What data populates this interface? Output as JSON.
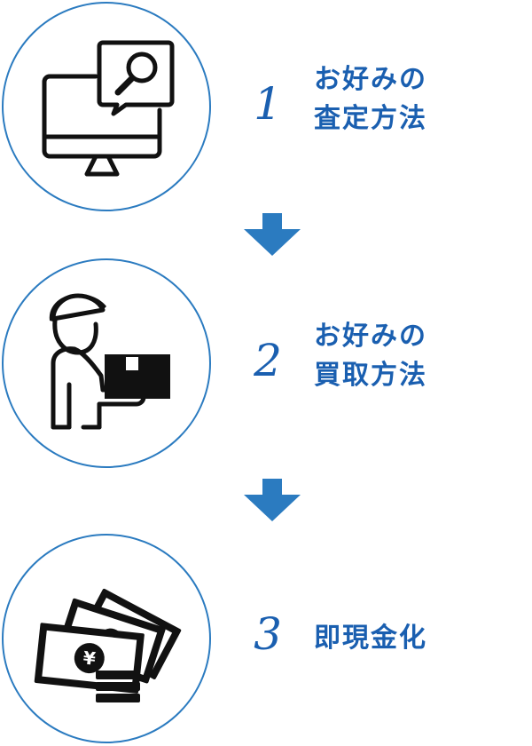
{
  "steps": [
    {
      "number": "1",
      "label_line1": "お好みの",
      "label_line2": "査定方法",
      "icon": "monitor-search-icon"
    },
    {
      "number": "2",
      "label_line1": "お好みの",
      "label_line2": "買取方法",
      "icon": "delivery-person-icon"
    },
    {
      "number": "3",
      "label_line1": "即現金化",
      "icon": "cash-yen-icon"
    }
  ],
  "colors": {
    "accent": "#1a5fb0",
    "circle_border": "#2b7bc0",
    "arrow": "#2b7bc0",
    "icon": "#111111"
  }
}
